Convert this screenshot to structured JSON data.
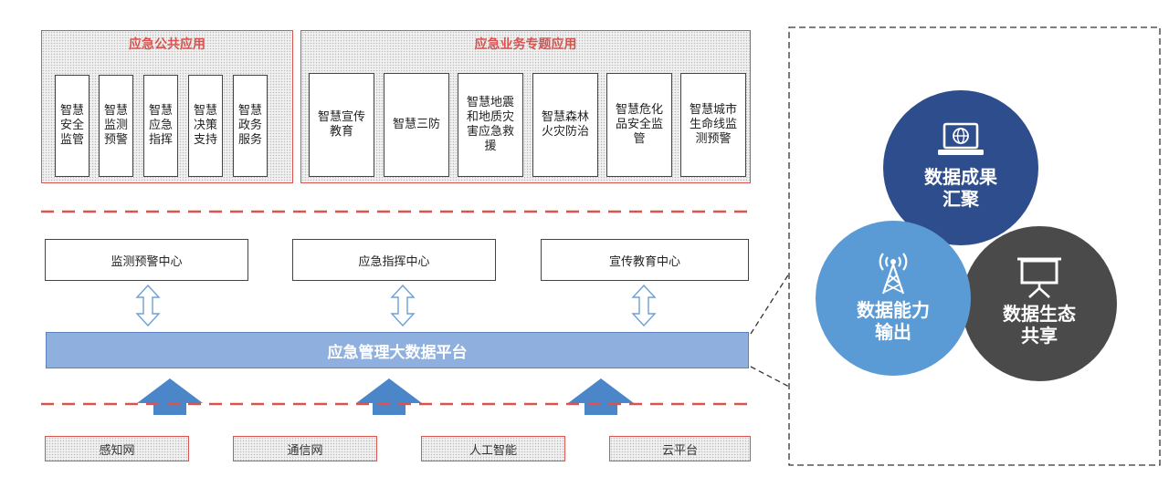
{
  "public_apps": {
    "title": "应急公共应用",
    "items": [
      {
        "line1": "智慧",
        "line2": "安全",
        "line3": "监管"
      },
      {
        "line1": "智慧",
        "line2": "监测",
        "line3": "预警"
      },
      {
        "line1": "智慧",
        "line2": "应急",
        "line3": "指挥"
      },
      {
        "line1": "智慧",
        "line2": "决策",
        "line3": "支持"
      },
      {
        "line1": "智慧",
        "line2": "政务",
        "line3": "服务"
      }
    ]
  },
  "business_apps": {
    "title": "应急业务专题应用",
    "items": [
      [
        "智慧宣传",
        "教育"
      ],
      [
        "智慧三防"
      ],
      [
        "智慧地震",
        "和地质灾",
        "害应急救",
        "援"
      ],
      [
        "智慧森林",
        "火灾防治"
      ],
      [
        "智慧危化",
        "品安全监",
        "管"
      ],
      [
        "智慧城市",
        "生命线监",
        "测预警"
      ]
    ]
  },
  "centers": [
    "监测预警中心",
    "应急指挥中心",
    "宣传教育中心"
  ],
  "platform": "应急管理大数据平台",
  "foundations": [
    "感知网",
    "通信网",
    "人工智能",
    "云平台"
  ],
  "circles": {
    "top": {
      "line1": "数据成果",
      "line2": "汇聚",
      "icon": "laptop-globe-icon"
    },
    "left": {
      "line1": "数据能力",
      "line2": "输出",
      "icon": "signal-tower-icon"
    },
    "right": {
      "line1": "数据生态",
      "line2": "共享",
      "icon": "presentation-board-icon"
    }
  },
  "colors": {
    "accent_red": "#d9534f",
    "platform_blue": "#8fb0de",
    "arrow_blue": "#4a86c8",
    "circle_dark_blue": "#2e4d8c",
    "circle_light_blue": "#5b9bd5",
    "circle_gray": "#4a4a4a"
  }
}
